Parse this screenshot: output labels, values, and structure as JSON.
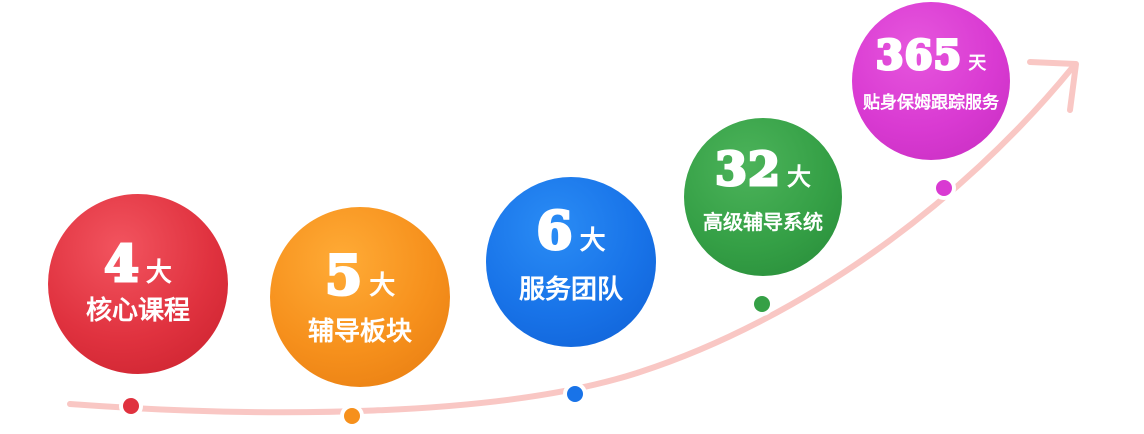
{
  "colors": {
    "curve": "#f9c7c4",
    "red": "#e0323f",
    "orange": "#f6901c",
    "blue": "#1873e8",
    "green": "#35a046",
    "magenta": "#d93ad2"
  },
  "steps": [
    {
      "number": "4",
      "unit": "大",
      "label": "核心课程"
    },
    {
      "number": "5",
      "unit": "大",
      "label": "辅导板块"
    },
    {
      "number": "6",
      "unit": "大",
      "label": "服务团队"
    },
    {
      "number": "32",
      "unit": "大",
      "label": "高级辅导系统"
    },
    {
      "number": "365",
      "unit": "天",
      "label": "贴身保姆跟踪服务"
    }
  ]
}
